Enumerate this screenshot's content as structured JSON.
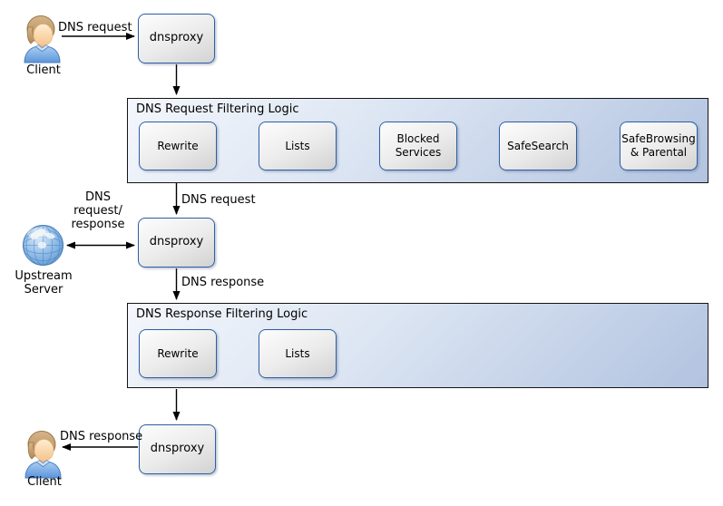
{
  "nodes": {
    "client_top": "Client",
    "client_bottom": "Client",
    "upstream": "Upstream\nServer",
    "dnsproxy_top": "dnsproxy",
    "dnsproxy_mid": "dnsproxy",
    "dnsproxy_bottom": "dnsproxy"
  },
  "containers": [
    {
      "title": "DNS Request Filtering Logic",
      "boxes": [
        "Rewrite",
        "Lists",
        "Blocked Services",
        "SafeSearch",
        "SafeBrowsing & Parental"
      ]
    },
    {
      "title": "DNS Response Filtering Logic",
      "boxes": [
        "Rewrite",
        "Lists"
      ]
    }
  ],
  "edge_labels": {
    "client_to_proxy": "DNS request",
    "container1_to_proxy": "DNS request",
    "upstream_exchange": "DNS\nrequest/\nresponse",
    "proxy_to_container2": "DNS response",
    "proxy_to_client": "DNS response"
  },
  "colors": {
    "box_border": "#2e5fa3",
    "container_border": "#141414",
    "container_fill_start": "#f4f7fc",
    "container_fill_end": "#b2c3e0",
    "box_fill_start": "#fdfdfd",
    "box_fill_end": "#d2d2d2",
    "arrow": "#000000",
    "globe_blue": "#6da3d8",
    "shirt_blue": "#7fb2e5",
    "hair_tan": "#c49a6c"
  }
}
